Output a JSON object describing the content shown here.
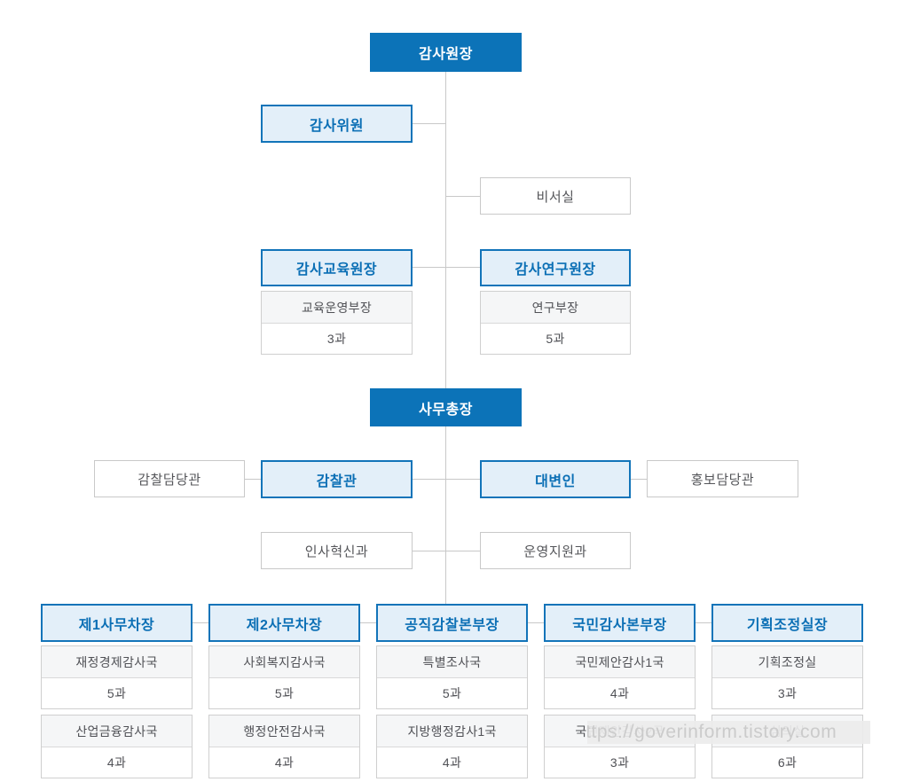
{
  "org": {
    "chairman": "감사원장",
    "commissioners": "감사위원",
    "secretariat": "비서실",
    "education": {
      "header": "감사교육원장",
      "rows": [
        "교육운영부장",
        "3과"
      ]
    },
    "research": {
      "header": "감사연구원장",
      "rows": [
        "연구부장",
        "5과"
      ]
    },
    "secretary_general": "사무총장",
    "inspection_officer": "감찰담당관",
    "inspector": "감찰관",
    "spokesperson": "대변인",
    "pr_officer": "홍보담당관",
    "hr_innovation": "인사혁신과",
    "operations_support": "운영지원과",
    "bottom": [
      {
        "header": "제1사무차장",
        "g1": [
          "재정경제감사국",
          "5과"
        ],
        "g2": [
          "산업금융감사국",
          "4과"
        ]
      },
      {
        "header": "제2사무차장",
        "g1": [
          "사회복지감사국",
          "5과"
        ],
        "g2": [
          "행정안전감사국",
          "4과"
        ]
      },
      {
        "header": "공직감찰본부장",
        "g1": [
          "특별조사국",
          "5과"
        ],
        "g2": [
          "지방행정감사1국",
          "4과"
        ]
      },
      {
        "header": "국민감사본부장",
        "g1": [
          "국민제안감사1국",
          "4과"
        ],
        "g2": [
          "국민제안감사2국",
          "3과"
        ]
      },
      {
        "header": "기획조정실장",
        "g1": [
          "기획조정실",
          "3과"
        ],
        "g2": [
          "심의실",
          "6과"
        ]
      }
    ]
  },
  "watermark": "https://goverinform.tistory.com",
  "colors": {
    "primary_blue": "#0c73b8",
    "light_blue_fill": "#e3eff9",
    "blue_border": "#1274b9",
    "blue_text": "#0b6fb5",
    "gray_border": "#c9c9c9",
    "connector_gray": "#c8c8c8",
    "subrow_gray_bg": "#f5f6f7",
    "text_gray": "#55565a",
    "watermark_text": "#cbcbcb"
  }
}
